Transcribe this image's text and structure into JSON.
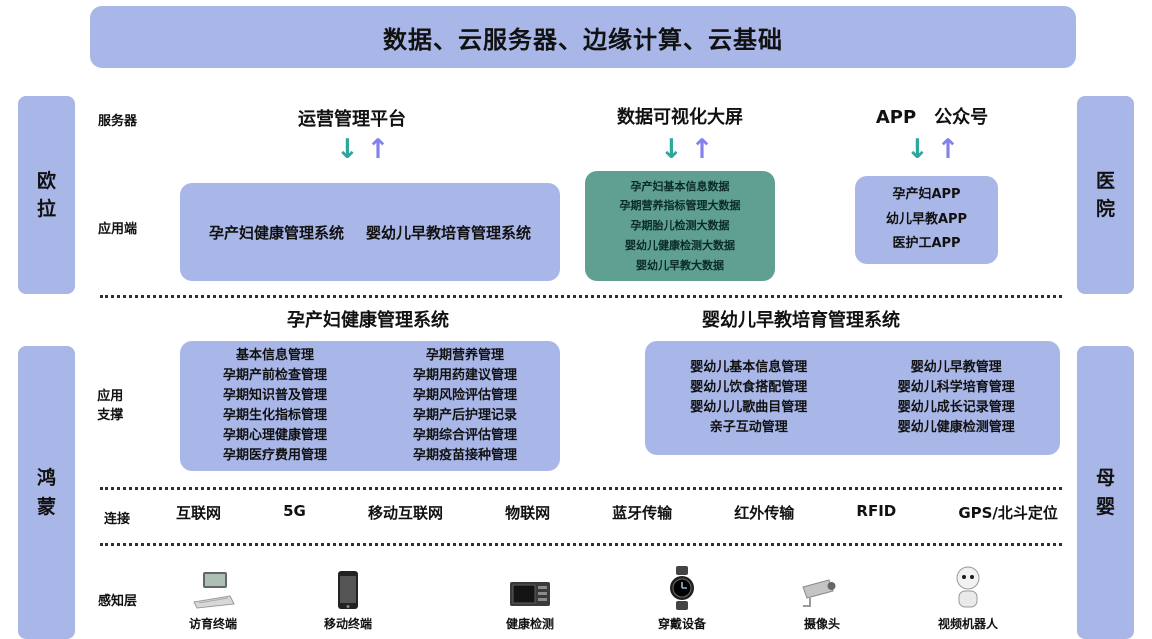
{
  "banner": {
    "title": "数据、云服务器、边缘计算、云基础"
  },
  "side_bars": {
    "left_top": "欧拉",
    "left_bottom": "鸿蒙",
    "right_top": "医院",
    "right_bottom": "母婴"
  },
  "row_labels": {
    "server": "服务器",
    "app": "应用端",
    "support": "应用支撑",
    "connect": "连接",
    "perception": "感知层"
  },
  "server_row": {
    "platform_title": "运营管理平台",
    "dashboard_title": "数据可视化大屏",
    "app_title": "APP　公众号"
  },
  "icons": {
    "arrow_down": "↓",
    "arrow_up": "↑"
  },
  "app_row": {
    "systems": [
      "孕产妇健康管理系统",
      "婴幼儿早教培育管理系统"
    ],
    "big_data": [
      "孕产妇基本信息数据",
      "孕期营养指标管理大数据",
      "孕期胎儿检测大数据",
      "婴幼儿健康检测大数据",
      "婴幼儿早教大数据"
    ],
    "apps": [
      "孕产妇APP",
      "幼儿早教APP",
      "医护工APP"
    ]
  },
  "support_row": {
    "left_title": "孕产妇健康管理系统",
    "right_title": "婴幼儿早教培育管理系统",
    "left_col1": [
      "基本信息管理",
      "孕期产前检查管理",
      "孕期知识普及管理",
      "孕期生化指标管理",
      "孕期心理健康管理",
      "孕期医疗费用管理"
    ],
    "left_col2": [
      "孕期营养管理",
      "孕期用药建议管理",
      "孕期风险评估管理",
      "孕期产后护理记录",
      "孕期综合评估管理",
      "孕期疫苗接种管理"
    ],
    "right_col1": [
      "婴幼儿基本信息管理",
      "婴幼儿饮食搭配管理",
      "婴幼儿儿歌曲目管理",
      "亲子互动管理"
    ],
    "right_col2": [
      "婴幼儿早教管理",
      "婴幼儿科学培育管理",
      "婴幼儿成长记录管理",
      "婴幼儿健康检测管理"
    ]
  },
  "connect_row": {
    "items": [
      "互联网",
      "5G",
      "移动互联网",
      "物联网",
      "蓝牙传输",
      "红外传输",
      "RFID",
      "GPS/北斗定位"
    ]
  },
  "perception_row": {
    "items": [
      {
        "icon": "terminal-icon",
        "label": "访育终端"
      },
      {
        "icon": "mobile-icon",
        "label": "移动终端"
      },
      {
        "icon": "health-monitor-icon",
        "label": "健康检测"
      },
      {
        "icon": "wearable-icon",
        "label": "穿戴设备"
      },
      {
        "icon": "camera-icon",
        "label": "摄像头"
      },
      {
        "icon": "robot-icon",
        "label": "视频机器人"
      }
    ]
  },
  "colors": {
    "box_blue": "#a9b7e8",
    "box_green": "#5fa093",
    "arrow_down": "#2ba79b",
    "arrow_up": "#8481ea"
  }
}
